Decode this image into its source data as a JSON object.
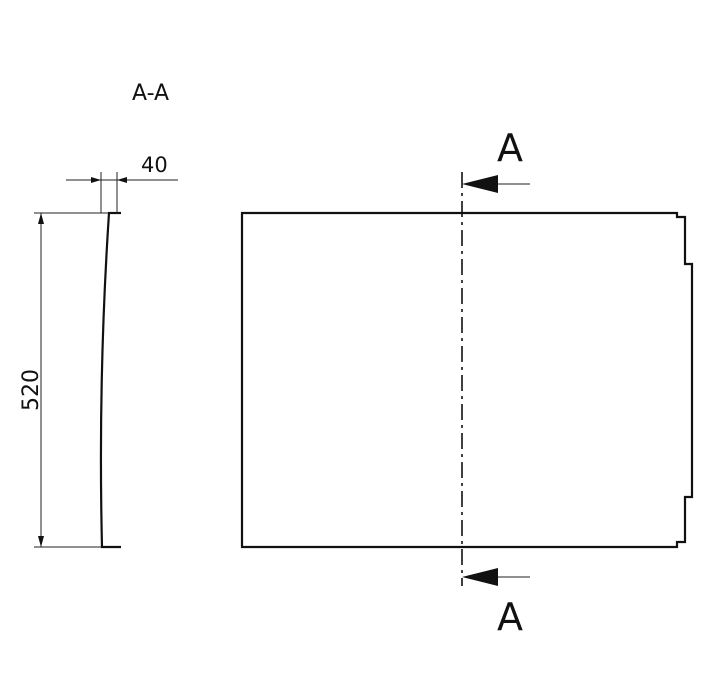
{
  "section_title": "A-A",
  "dimensions": {
    "thickness": "40",
    "height": "520"
  },
  "section_marks": {
    "top": "A",
    "bottom": "A"
  }
}
